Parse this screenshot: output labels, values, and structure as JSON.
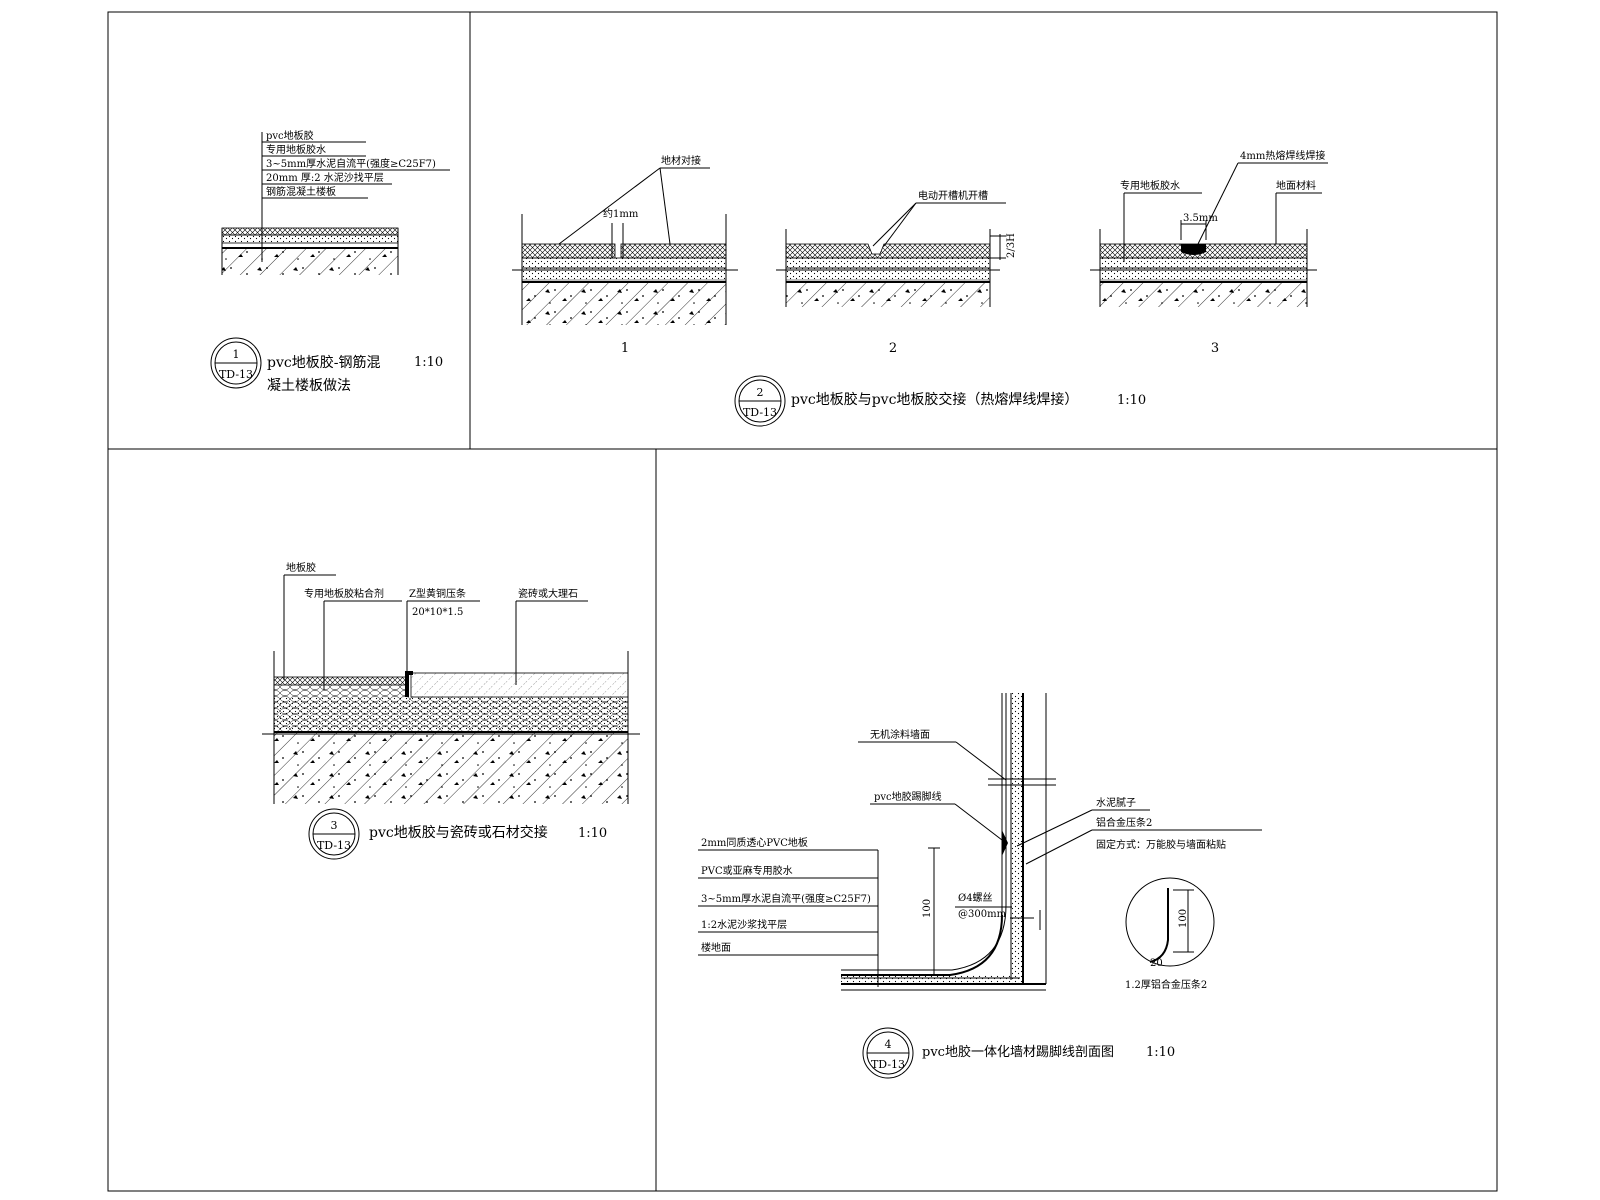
{
  "detail1": {
    "labels": [
      "pvc地板胶",
      "专用地板胶水",
      "3~5mm厚水泥自流平(强度≥C25F7)",
      "20mm 厚:2 水泥沙找平层",
      "钢筋混凝土楼板"
    ],
    "number": "1",
    "sheet": "TD-13",
    "title_line1": "pvc地板胶-钢筋混",
    "title_line2": "凝土楼板做法",
    "scale": "1:10"
  },
  "detail2": {
    "label_joint": "地材对接",
    "label_gap": "约1mm",
    "label_groove": "电动开槽机开槽",
    "label_depth": "2/3H",
    "label_glue": "专用地板胶水",
    "label_weld": "4mm热熔焊线焊接",
    "label_weld_width": "3.5mm",
    "label_floor": "地面材料",
    "steps": [
      "1",
      "2",
      "3"
    ],
    "number": "2",
    "sheet": "TD-13",
    "title": "pvc地板胶与pvc地板胶交接（热熔焊线焊接）",
    "scale": "1:10"
  },
  "detail3": {
    "label_vinyl": "地板胶",
    "label_adhesive": "专用地板胶粘合剂",
    "label_strip": "Z型黄铜压条",
    "label_strip_size": "20*10*1.5",
    "label_tile": "瓷砖或大理石",
    "number": "3",
    "sheet": "TD-13",
    "title": "pvc地板胶与瓷砖或石材交接",
    "scale": "1:10"
  },
  "detail4": {
    "label_paint": "无机涂料墙面",
    "label_skirting": "pvc地胶踢脚线",
    "label_putty": "水泥腻子",
    "label_strip": "铝合金压条2",
    "label_fixing": "固定方式：万能胶与墙面粘贴",
    "label_screw": "Ø4螺丝",
    "label_spacing": "@300mm",
    "label_height": "100",
    "layers": [
      "2mm同质透心PVC地板",
      "PVC或亚麻专用胶水",
      "3~5mm厚水泥自流平(强度≥C25F7)",
      "1:2水泥沙浆找平层",
      "楼地面"
    ],
    "detail_dim_height": "100",
    "detail_dim_width": "20",
    "detail_caption": "1.2厚铝合金压条2",
    "number": "4",
    "sheet": "TD-13",
    "title": "pvc地胶一体化墙材踢脚线剖面图",
    "scale": "1:10"
  }
}
